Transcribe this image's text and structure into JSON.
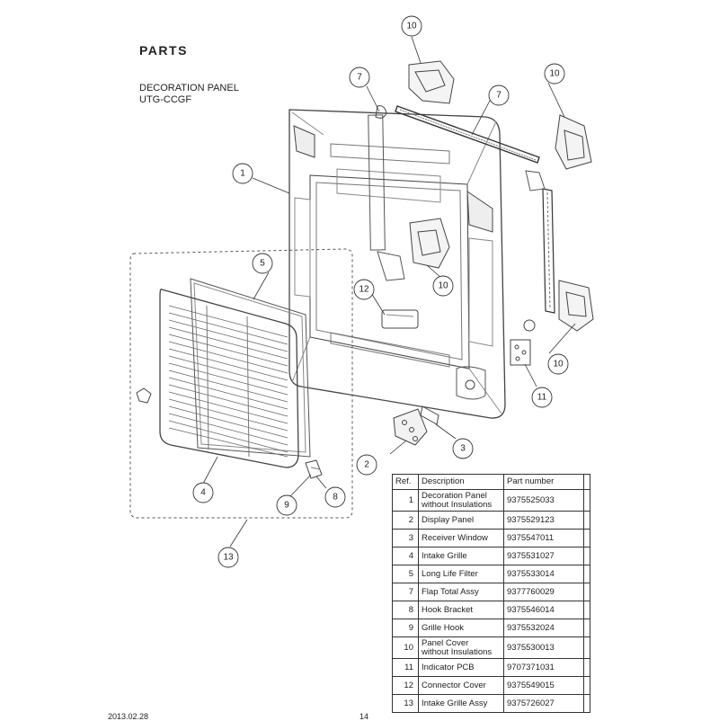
{
  "header": {
    "title": "PARTS",
    "subtitle_line1": "DECORATION PANEL",
    "subtitle_line2": "UTG-CCGF"
  },
  "callouts": [
    "1",
    "2",
    "3",
    "4",
    "5",
    "7",
    "7",
    "8",
    "9",
    "10",
    "10",
    "10",
    "10",
    "11",
    "12",
    "13"
  ],
  "table": {
    "headers": {
      "ref": "Ref.",
      "description": "Description",
      "part_number": "Part number"
    },
    "rows": [
      {
        "ref": "1",
        "desc1": "Decoration Panel",
        "desc2": "without Insulations",
        "pn": "9375525033"
      },
      {
        "ref": "2",
        "desc1": "Display Panel",
        "desc2": "",
        "pn": "9375529123"
      },
      {
        "ref": "3",
        "desc1": "Receiver Window",
        "desc2": "",
        "pn": "9375547011"
      },
      {
        "ref": "4",
        "desc1": "Intake Grille",
        "desc2": "",
        "pn": "9375531027"
      },
      {
        "ref": "5",
        "desc1": "Long Life Filter",
        "desc2": "",
        "pn": "9375533014"
      },
      {
        "ref": "7",
        "desc1": "Flap Total Assy",
        "desc2": "",
        "pn": "9377760029"
      },
      {
        "ref": "8",
        "desc1": "Hook Bracket",
        "desc2": "",
        "pn": "9375546014"
      },
      {
        "ref": "9",
        "desc1": "Grille Hook",
        "desc2": "",
        "pn": "9375532024"
      },
      {
        "ref": "10",
        "desc1": "Panel Cover",
        "desc2": "without Insulations",
        "pn": "9375530013"
      },
      {
        "ref": "11",
        "desc1": "Indicator PCB",
        "desc2": "",
        "pn": "9707371031"
      },
      {
        "ref": "12",
        "desc1": "Connector Cover",
        "desc2": "",
        "pn": "9375549015"
      },
      {
        "ref": "13",
        "desc1": "Intake Grille Assy",
        "desc2": "",
        "pn": "9375726027"
      }
    ]
  },
  "footer": {
    "date": "2013.02.28",
    "page": "14"
  }
}
